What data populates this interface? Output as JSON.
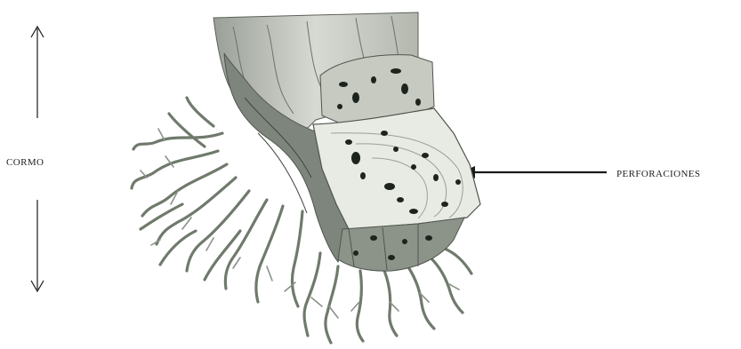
{
  "labels": {
    "cormo": "CORMO",
    "perforaciones": "PERFORACIONES"
  },
  "colors": {
    "ink": "#1a1a1a",
    "tissue": "#cfd1cc",
    "tissue_dark": "#7d857c",
    "roots": "#6f7a6c",
    "cut_surface": "#e8ebe4",
    "holes": "#1d241d"
  },
  "figure": {
    "subject": "banana-corm-with-roots-and-borer-tunnels"
  }
}
